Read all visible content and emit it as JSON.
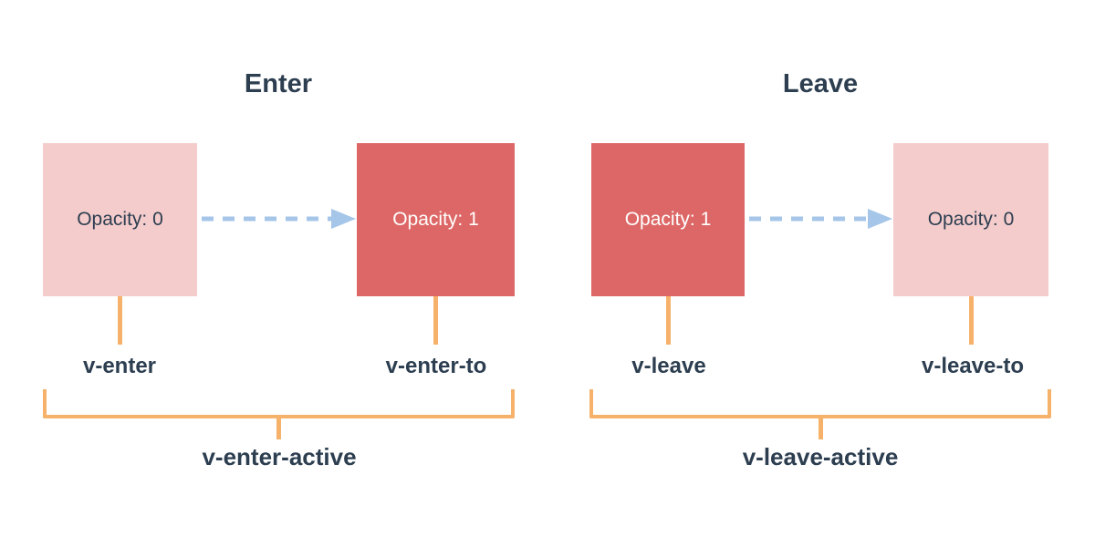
{
  "colors": {
    "background": "#ffffff",
    "box_faded": "#f5cccc",
    "box_solid": "#dd6766",
    "arrow": "#a5c6e8",
    "bracket": "#f6b26b",
    "text_dark": "#2c3e50",
    "text_on_solid": "#ffffff"
  },
  "enter": {
    "title": "Enter",
    "start_box_label": "Opacity: 0",
    "end_box_label": "Opacity: 1",
    "start_class_label": "v-enter",
    "end_class_label": "v-enter-to",
    "active_class_label": "v-enter-active"
  },
  "leave": {
    "title": "Leave",
    "start_box_label": "Opacity: 1",
    "end_box_label": "Opacity: 0",
    "start_class_label": "v-leave",
    "end_class_label": "v-leave-to",
    "active_class_label": "v-leave-active"
  }
}
